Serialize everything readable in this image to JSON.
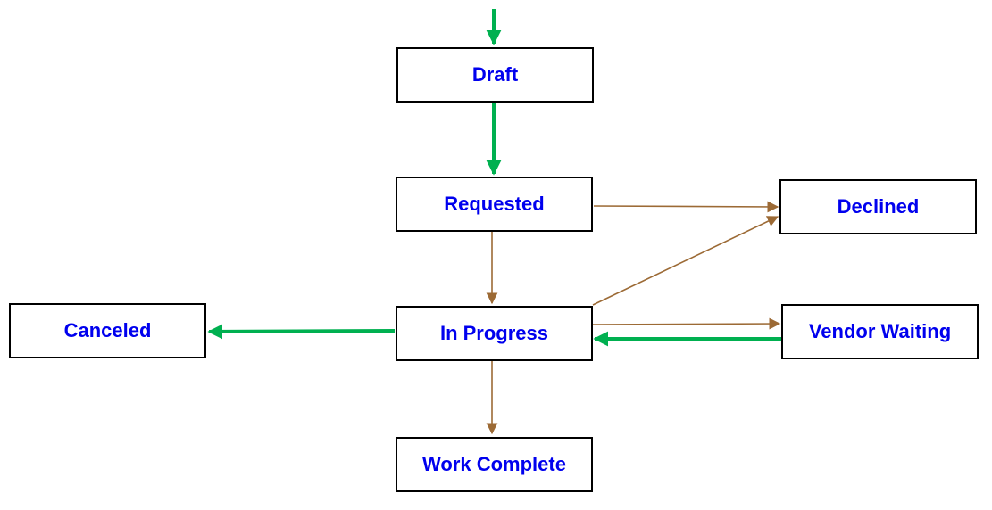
{
  "colors": {
    "primary_arrow": "#00b050",
    "secondary_arrow": "#9c6a35",
    "node_text": "#0000ee",
    "node_border": "#000000"
  },
  "nodes": {
    "draft": "Draft",
    "requested": "Requested",
    "declined": "Declined",
    "canceled": "Canceled",
    "in_progress": "In Progress",
    "vendor_waiting": "Vendor Waiting",
    "work_complete": "Work Complete"
  },
  "edges": [
    {
      "name": "start-to-draft-arrow",
      "from": "start",
      "to": "Draft",
      "style": "primary"
    },
    {
      "name": "draft-to-requested-arrow",
      "from": "Draft",
      "to": "Requested",
      "style": "primary"
    },
    {
      "name": "requested-to-declined-arrow",
      "from": "Requested",
      "to": "Declined",
      "style": "secondary"
    },
    {
      "name": "requested-to-in-progress-arrow",
      "from": "Requested",
      "to": "In Progress",
      "style": "secondary"
    },
    {
      "name": "in-progress-to-declined-arrow",
      "from": "In Progress",
      "to": "Declined",
      "style": "secondary"
    },
    {
      "name": "in-progress-to-vendor-waiting-arrow",
      "from": "In Progress",
      "to": "Vendor Waiting",
      "style": "secondary"
    },
    {
      "name": "vendor-waiting-to-in-progress-arrow",
      "from": "Vendor Waiting",
      "to": "In Progress",
      "style": "primary"
    },
    {
      "name": "in-progress-to-canceled-arrow",
      "from": "In Progress",
      "to": "Canceled",
      "style": "primary"
    },
    {
      "name": "in-progress-to-work-complete-arrow",
      "from": "In Progress",
      "to": "Work Complete",
      "style": "secondary"
    }
  ]
}
